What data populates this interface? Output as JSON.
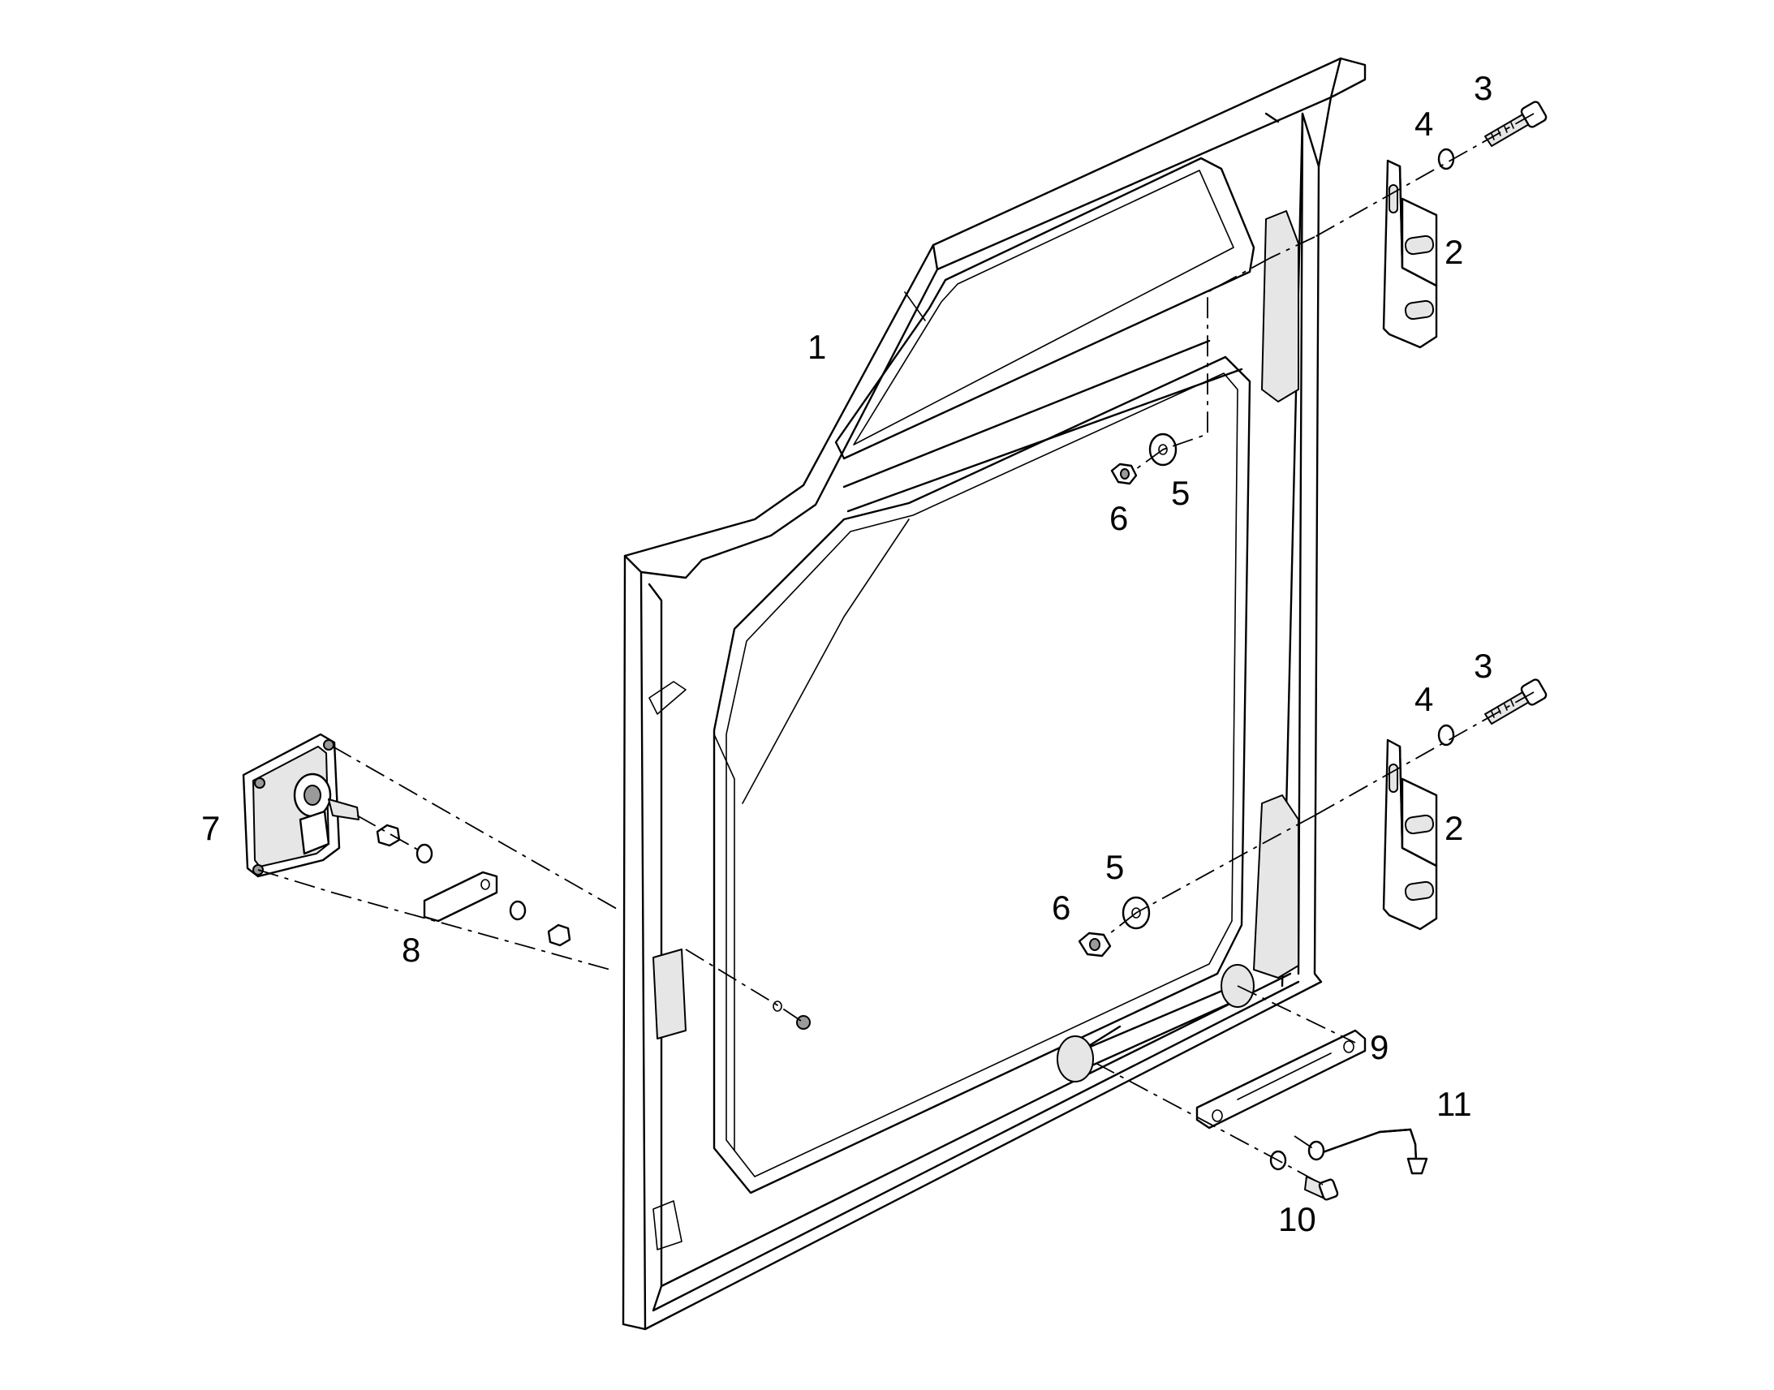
{
  "callouts": [
    {
      "id": "door-frame",
      "label": "1"
    },
    {
      "id": "hinge-upper",
      "label": "2"
    },
    {
      "id": "hinge-lower",
      "label": "2"
    },
    {
      "id": "bolt-upper",
      "label": "3"
    },
    {
      "id": "bolt-lower",
      "label": "3"
    },
    {
      "id": "lock-washer-upper",
      "label": "4"
    },
    {
      "id": "lock-washer-lower",
      "label": "4"
    },
    {
      "id": "washer-upper",
      "label": "5"
    },
    {
      "id": "washer-lower",
      "label": "5"
    },
    {
      "id": "nut-upper",
      "label": "6"
    },
    {
      "id": "nut-lower",
      "label": "6"
    },
    {
      "id": "door-lock",
      "label": "7"
    },
    {
      "id": "lock-plate",
      "label": "8"
    },
    {
      "id": "door-stay",
      "label": "9"
    },
    {
      "id": "stay-bolt",
      "label": "10"
    },
    {
      "id": "stay-rod",
      "label": "11"
    }
  ]
}
